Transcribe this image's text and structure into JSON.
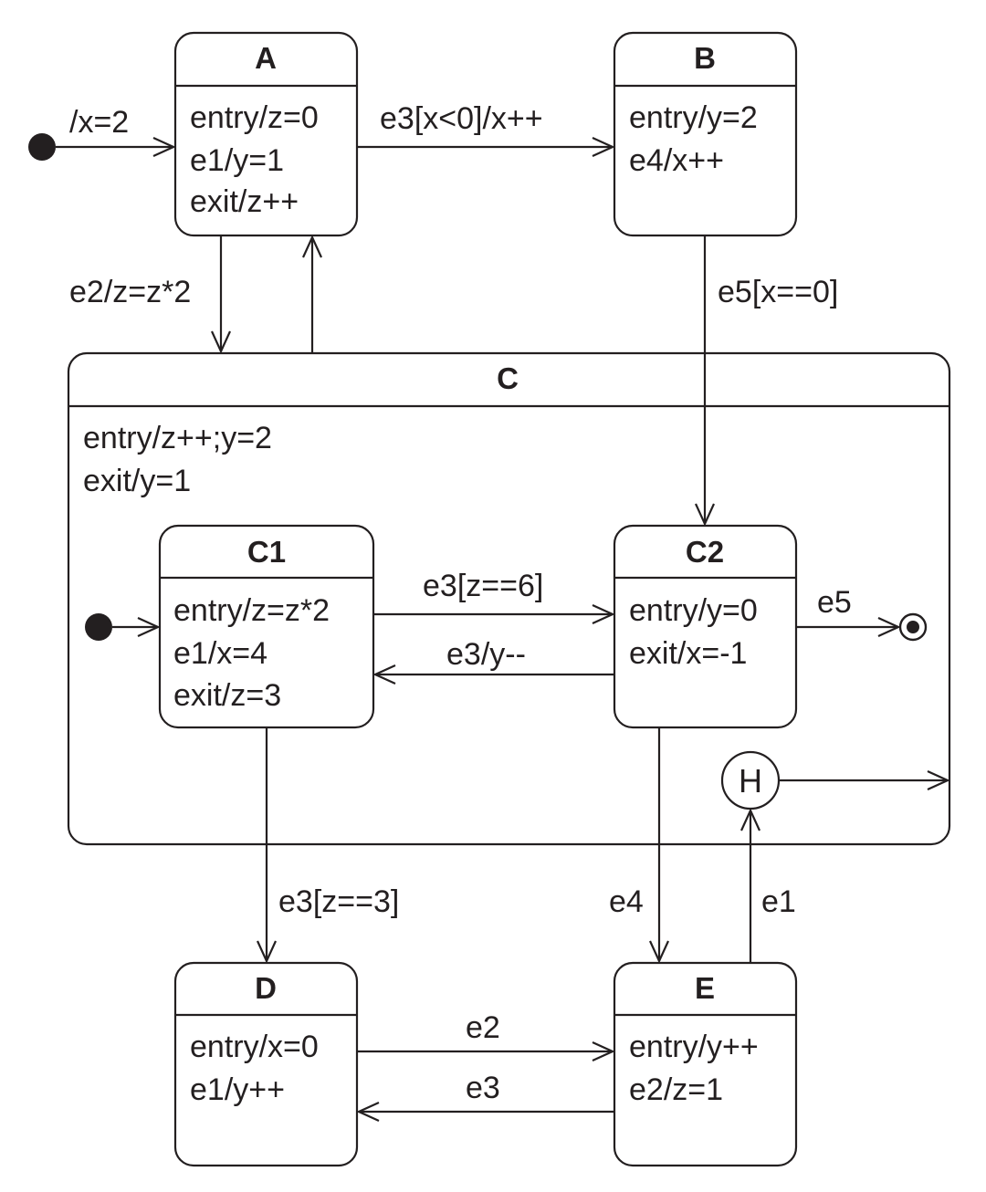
{
  "states": {
    "A": {
      "title": "A",
      "lines": [
        "entry/z=0",
        "e1/y=1",
        "exit/z++"
      ]
    },
    "B": {
      "title": "B",
      "lines": [
        "entry/y=2",
        "e4/x++"
      ]
    },
    "C": {
      "title": "C",
      "lines": [
        "entry/z++;y=2",
        "exit/y=1"
      ]
    },
    "C1": {
      "title": "C1",
      "lines": [
        "entry/z=z*2",
        "e1/x=4",
        "exit/z=3"
      ]
    },
    "C2": {
      "title": "C2",
      "lines": [
        "entry/y=0",
        "exit/x=-1"
      ]
    },
    "D": {
      "title": "D",
      "lines": [
        "entry/x=0",
        "e1/y++"
      ]
    },
    "E": {
      "title": "E",
      "lines": [
        "entry/y++",
        "e2/z=1"
      ]
    }
  },
  "history": {
    "label": "H"
  },
  "transitions": {
    "init_to_A": "/x=2",
    "A_to_B": "e3[x<0]/x++",
    "A_to_C": "e2/z=z*2",
    "B_to_C2": "e5[x==0]",
    "C1_to_C2": "e3[z==6]",
    "C2_to_C1": "e3/y--",
    "C2_to_final": "e5",
    "C1_to_D": "e3[z==3]",
    "C2_to_E": "e4",
    "E_to_H": "e1",
    "D_to_E": "e2",
    "E_to_D": "e3"
  }
}
